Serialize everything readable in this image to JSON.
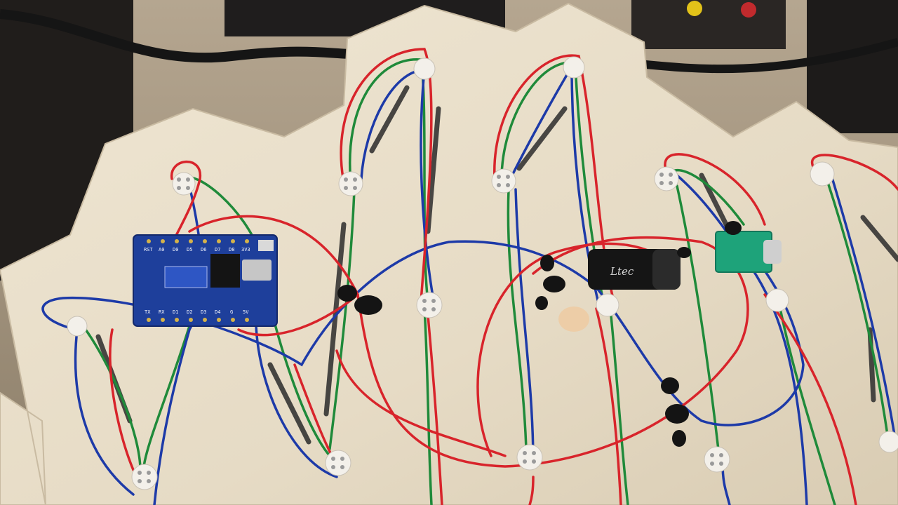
{
  "photo": {
    "subject": "",
    "board_labels": {
      "top_pins": [
        "RST",
        "A0",
        "D0",
        "D5",
        "D6",
        "D7",
        "D8",
        "3V3"
      ],
      "bottom_pins": [
        "TX",
        "RX",
        "D1",
        "D2",
        "D3",
        "D4",
        "G",
        "5V"
      ]
    },
    "capacitor_brand": "Ltec",
    "colors": {
      "wood": "#eae0cc",
      "wire_red": "#d8242b",
      "wire_green": "#1f8a3a",
      "wire_blue": "#1d3aa8",
      "pcb_blue": "#1e3f9b",
      "pcb_usb": "#1ea37a",
      "solder_blob": "#141414"
    }
  }
}
